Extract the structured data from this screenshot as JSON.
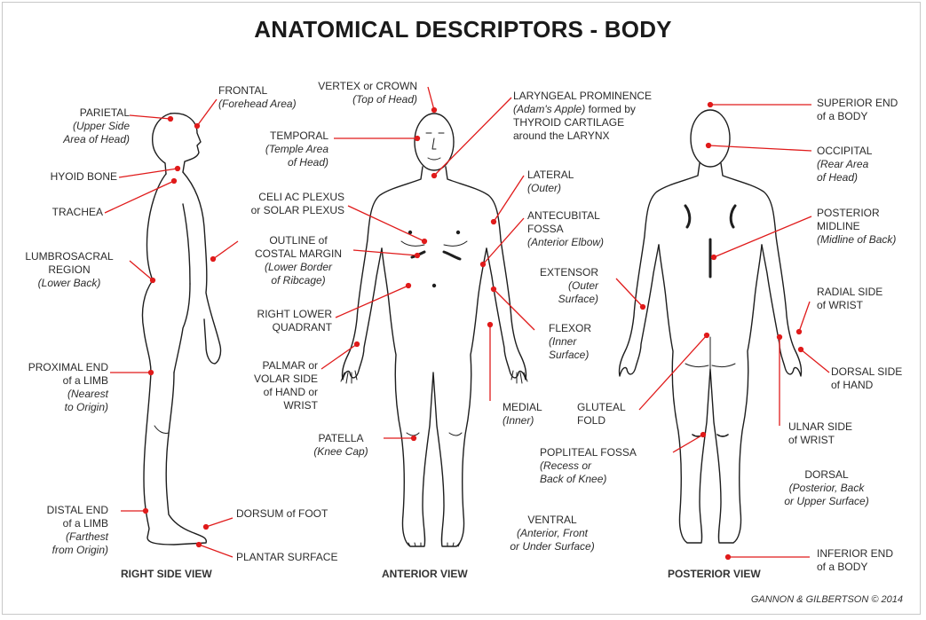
{
  "title": "ANATOMICAL DESCRIPTORS - BODY",
  "credit": "GANNON & GILBERTSON © 2014",
  "colors": {
    "leader": "#e01b1b",
    "outline": "#1e1e1e"
  },
  "views": {
    "right_side": "RIGHT SIDE VIEW",
    "anterior": "ANTERIOR VIEW",
    "posterior": "POSTERIOR VIEW"
  },
  "labels": {
    "parietal": {
      "text": "PARIETAL",
      "sub": "(Upper Side\nArea of Head)"
    },
    "frontal": {
      "text": "FRONTAL",
      "sub": "(Forehead Area)"
    },
    "hyoid": {
      "text": "HYOID BONE",
      "sub": ""
    },
    "trachea": {
      "text": "TRACHEA",
      "sub": ""
    },
    "lumbrosacral": {
      "text": "LUMBROSACRAL\nREGION",
      "sub": "(Lower Back)"
    },
    "proximal": {
      "text": "PROXIMAL END\nof a LIMB",
      "sub": "(Nearest\nto Origin)"
    },
    "distal": {
      "text": "DISTAL END\nof a LIMB",
      "sub": "(Farthest\nfrom Origin)"
    },
    "dorsum_foot": {
      "text": "DORSUM of FOOT",
      "sub": ""
    },
    "plantar": {
      "text": "PLANTAR SURFACE",
      "sub": ""
    },
    "vertex": {
      "text": "VERTEX or CROWN",
      "sub": "(Top of Head)"
    },
    "temporal": {
      "text": "TEMPORAL",
      "sub": "(Temple Area\nof Head)"
    },
    "celiac": {
      "text": "CELI AC PLEXUS\nor SOLAR PLEXUS",
      "sub": ""
    },
    "costal": {
      "text": "OUTLINE of\nCOSTAL MARGIN",
      "sub": "(Lower Border\nof Ribcage)"
    },
    "rlq": {
      "text": "RIGHT LOWER\nQUADRANT",
      "sub": ""
    },
    "palmar": {
      "text": "PALMAR or\nVOLAR SIDE\nof HAND or\nWRIST",
      "sub": ""
    },
    "patella": {
      "text": "PATELLA",
      "sub": "(Knee Cap)"
    },
    "laryngeal": {
      "text": "LARYNGEAL PROMINENCE",
      "sub": "(Adam's Apple)",
      "text2": "formed by\nTHYROID CARTILAGE\naround the LARYNX"
    },
    "lateral": {
      "text": "LATERAL",
      "sub": "(Outer)"
    },
    "antecubital": {
      "text": "ANTECUBITAL\nFOSSA",
      "sub": "(Anterior Elbow)"
    },
    "extensor": {
      "text": "EXTENSOR",
      "sub": "(Outer\nSurface)"
    },
    "flexor": {
      "text": "FLEXOR",
      "sub": "(Inner\nSurface)"
    },
    "medial": {
      "text": "MEDIAL",
      "sub": "(Inner)"
    },
    "gluteal": {
      "text": "GLUTEAL\nFOLD",
      "sub": ""
    },
    "popliteal": {
      "text": "POPLITEAL FOSSA",
      "sub": "(Recess or\nBack of Knee)"
    },
    "ventral": {
      "text": "VENTRAL",
      "sub": "(Anterior, Front\nor Under Surface)"
    },
    "superior": {
      "text": "SUPERIOR END\nof a BODY",
      "sub": ""
    },
    "occipital": {
      "text": "OCCIPITAL",
      "sub": "(Rear Area\nof Head)"
    },
    "posterior_mid": {
      "text": "POSTERIOR\nMIDLINE",
      "sub": "(Midline of Back)"
    },
    "radial": {
      "text": "RADIAL SIDE\nof WRIST",
      "sub": ""
    },
    "dorsal_hand": {
      "text": "DORSAL SIDE\nof HAND",
      "sub": ""
    },
    "ulnar": {
      "text": "ULNAR SIDE\nof WRIST",
      "sub": ""
    },
    "dorsal": {
      "text": "DORSAL",
      "sub": "(Posterior, Back\nor Upper Surface)"
    },
    "inferior": {
      "text": "INFERIOR END\nof a BODY",
      "sub": ""
    }
  }
}
